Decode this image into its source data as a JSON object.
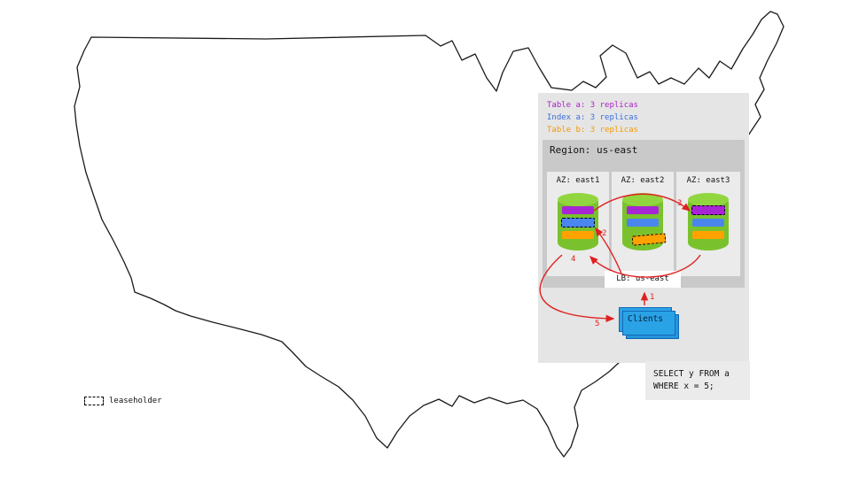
{
  "legend": {
    "items": [
      {
        "label": "Table a: 3 replicas",
        "color": "#aa22cc"
      },
      {
        "label": "Index a: 3 replicas",
        "color": "#3b6fe0"
      },
      {
        "label": "Table b: 3 replicas",
        "color": "#f59a00"
      }
    ]
  },
  "region": {
    "title": "Region: us-east",
    "azs": [
      {
        "label": "AZ: east1",
        "leaseholder": "index-a"
      },
      {
        "label": "AZ: east2",
        "leaseholder": "table-b"
      },
      {
        "label": "AZ: east3",
        "leaseholder": "table-a"
      }
    ]
  },
  "lb": {
    "label": "LB: us-east"
  },
  "clients": {
    "label": "Clients"
  },
  "query": {
    "line1": "SELECT y FROM a",
    "line2": "WHERE x = 5;"
  },
  "map_legend": {
    "leaseholder_label": "leaseholder"
  },
  "steps": [
    "1",
    "2",
    "3",
    "4",
    "5"
  ],
  "colors": {
    "table_a": "#a825d6",
    "index_a": "#4a86ee",
    "table_b": "#ffa200",
    "cylinder": "#79c22d",
    "clients": "#2aa3e6",
    "arrow": "#e02020",
    "panel": "#e5e5e5",
    "region": "#c9c9c9"
  }
}
